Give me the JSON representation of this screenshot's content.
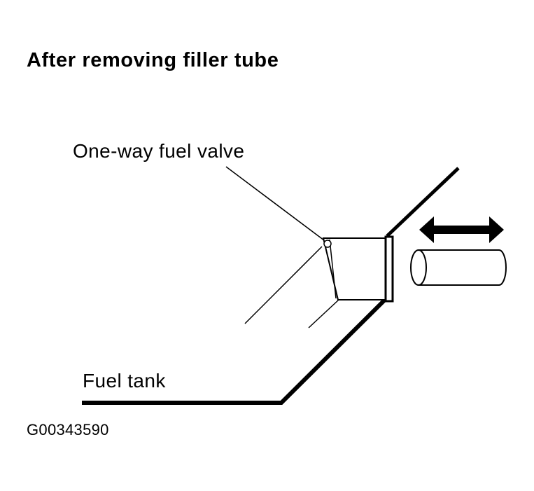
{
  "title": "After removing filler tube",
  "labels": {
    "valve": "One-way fuel valve",
    "tank": "Fuel tank"
  },
  "figure_id": "G00343590"
}
